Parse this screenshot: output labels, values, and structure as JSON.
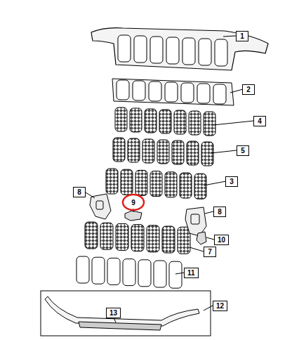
{
  "diagram": {
    "labels": [
      "1",
      "2",
      "4",
      "5",
      "3",
      "8",
      "9",
      "8",
      "10",
      "7",
      "11",
      "12",
      "13"
    ]
  }
}
